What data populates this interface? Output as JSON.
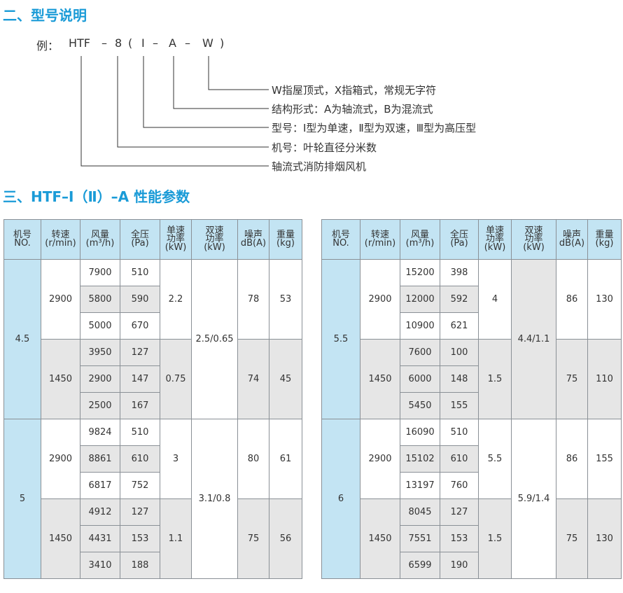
{
  "model_section": {
    "heading": "二、型号说明",
    "example_prefix": "例：",
    "code_parts": [
      "HTF",
      "–",
      "8",
      "(",
      "I",
      "–",
      "A",
      "–",
      "W",
      ")"
    ],
    "descriptions": [
      "W指屋顶式，X指箱式，常规无字符",
      "结构形式：A为轴流式，B为混流式",
      "型号：Ⅰ型为单速，Ⅱ型为双速，Ⅲ型为高压型",
      "机号：叶轮直径分米数",
      "轴流式消防排烟风机"
    ]
  },
  "perf_section": {
    "heading": "三、HTF–I（Ⅱ）–A 性能参数"
  },
  "table_headers": [
    [
      "机号",
      "NO."
    ],
    [
      "转速",
      "(r/min)"
    ],
    [
      "风量",
      "(m³/h)"
    ],
    [
      "全压",
      "(Pa)"
    ],
    [
      "单速",
      "功率",
      "(kW)"
    ],
    [
      "双速",
      "功率",
      "(kW)"
    ],
    [
      "噪声",
      "dB(A)"
    ],
    [
      "重量",
      "(kg)"
    ]
  ],
  "tables": [
    {
      "machines": [
        {
          "no": "4.5",
          "dual_power": "2.5/0.65",
          "speeds": [
            {
              "rpm": "2900",
              "single_power": "2.2",
              "noise": "78",
              "weight": "53",
              "rows": [
                [
                  "7900",
                  "510"
                ],
                [
                  "5800",
                  "590"
                ],
                [
                  "5000",
                  "670"
                ]
              ]
            },
            {
              "rpm": "1450",
              "single_power": "0.75",
              "noise": "74",
              "weight": "45",
              "rows": [
                [
                  "3950",
                  "127"
                ],
                [
                  "2900",
                  "147"
                ],
                [
                  "2500",
                  "167"
                ]
              ]
            }
          ]
        },
        {
          "no": "5",
          "dual_power": "3.1/0.8",
          "speeds": [
            {
              "rpm": "2900",
              "single_power": "3",
              "noise": "80",
              "weight": "61",
              "rows": [
                [
                  "9824",
                  "510"
                ],
                [
                  "8861",
                  "610"
                ],
                [
                  "6817",
                  "752"
                ]
              ]
            },
            {
              "rpm": "1450",
              "single_power": "1.1",
              "noise": "75",
              "weight": "56",
              "rows": [
                [
                  "4912",
                  "127"
                ],
                [
                  "4431",
                  "153"
                ],
                [
                  "3410",
                  "188"
                ]
              ]
            }
          ]
        }
      ]
    },
    {
      "machines": [
        {
          "no": "5.5",
          "dual_power": "4.4/1.1",
          "speeds": [
            {
              "rpm": "2900",
              "single_power": "4",
              "noise": "86",
              "weight": "130",
              "rows": [
                [
                  "15200",
                  "398"
                ],
                [
                  "12000",
                  "592"
                ],
                [
                  "10900",
                  "621"
                ]
              ]
            },
            {
              "rpm": "1450",
              "single_power": "1.5",
              "noise": "75",
              "weight": "110",
              "rows": [
                [
                  "7600",
                  "100"
                ],
                [
                  "6000",
                  "148"
                ],
                [
                  "5450",
                  "155"
                ]
              ]
            }
          ]
        },
        {
          "no": "6",
          "dual_power": "5.9/1.4",
          "speeds": [
            {
              "rpm": "2900",
              "single_power": "5.5",
              "noise": "86",
              "weight": "155",
              "rows": [
                [
                  "16090",
                  "510"
                ],
                [
                  "15102",
                  "610"
                ],
                [
                  "13197",
                  "760"
                ]
              ]
            },
            {
              "rpm": "1450",
              "single_power": "1.5",
              "noise": "75",
              "weight": "130",
              "rows": [
                [
                  "8045",
                  "127"
                ],
                [
                  "7551",
                  "153"
                ],
                [
                  "6599",
                  "190"
                ]
              ]
            }
          ]
        }
      ]
    }
  ]
}
